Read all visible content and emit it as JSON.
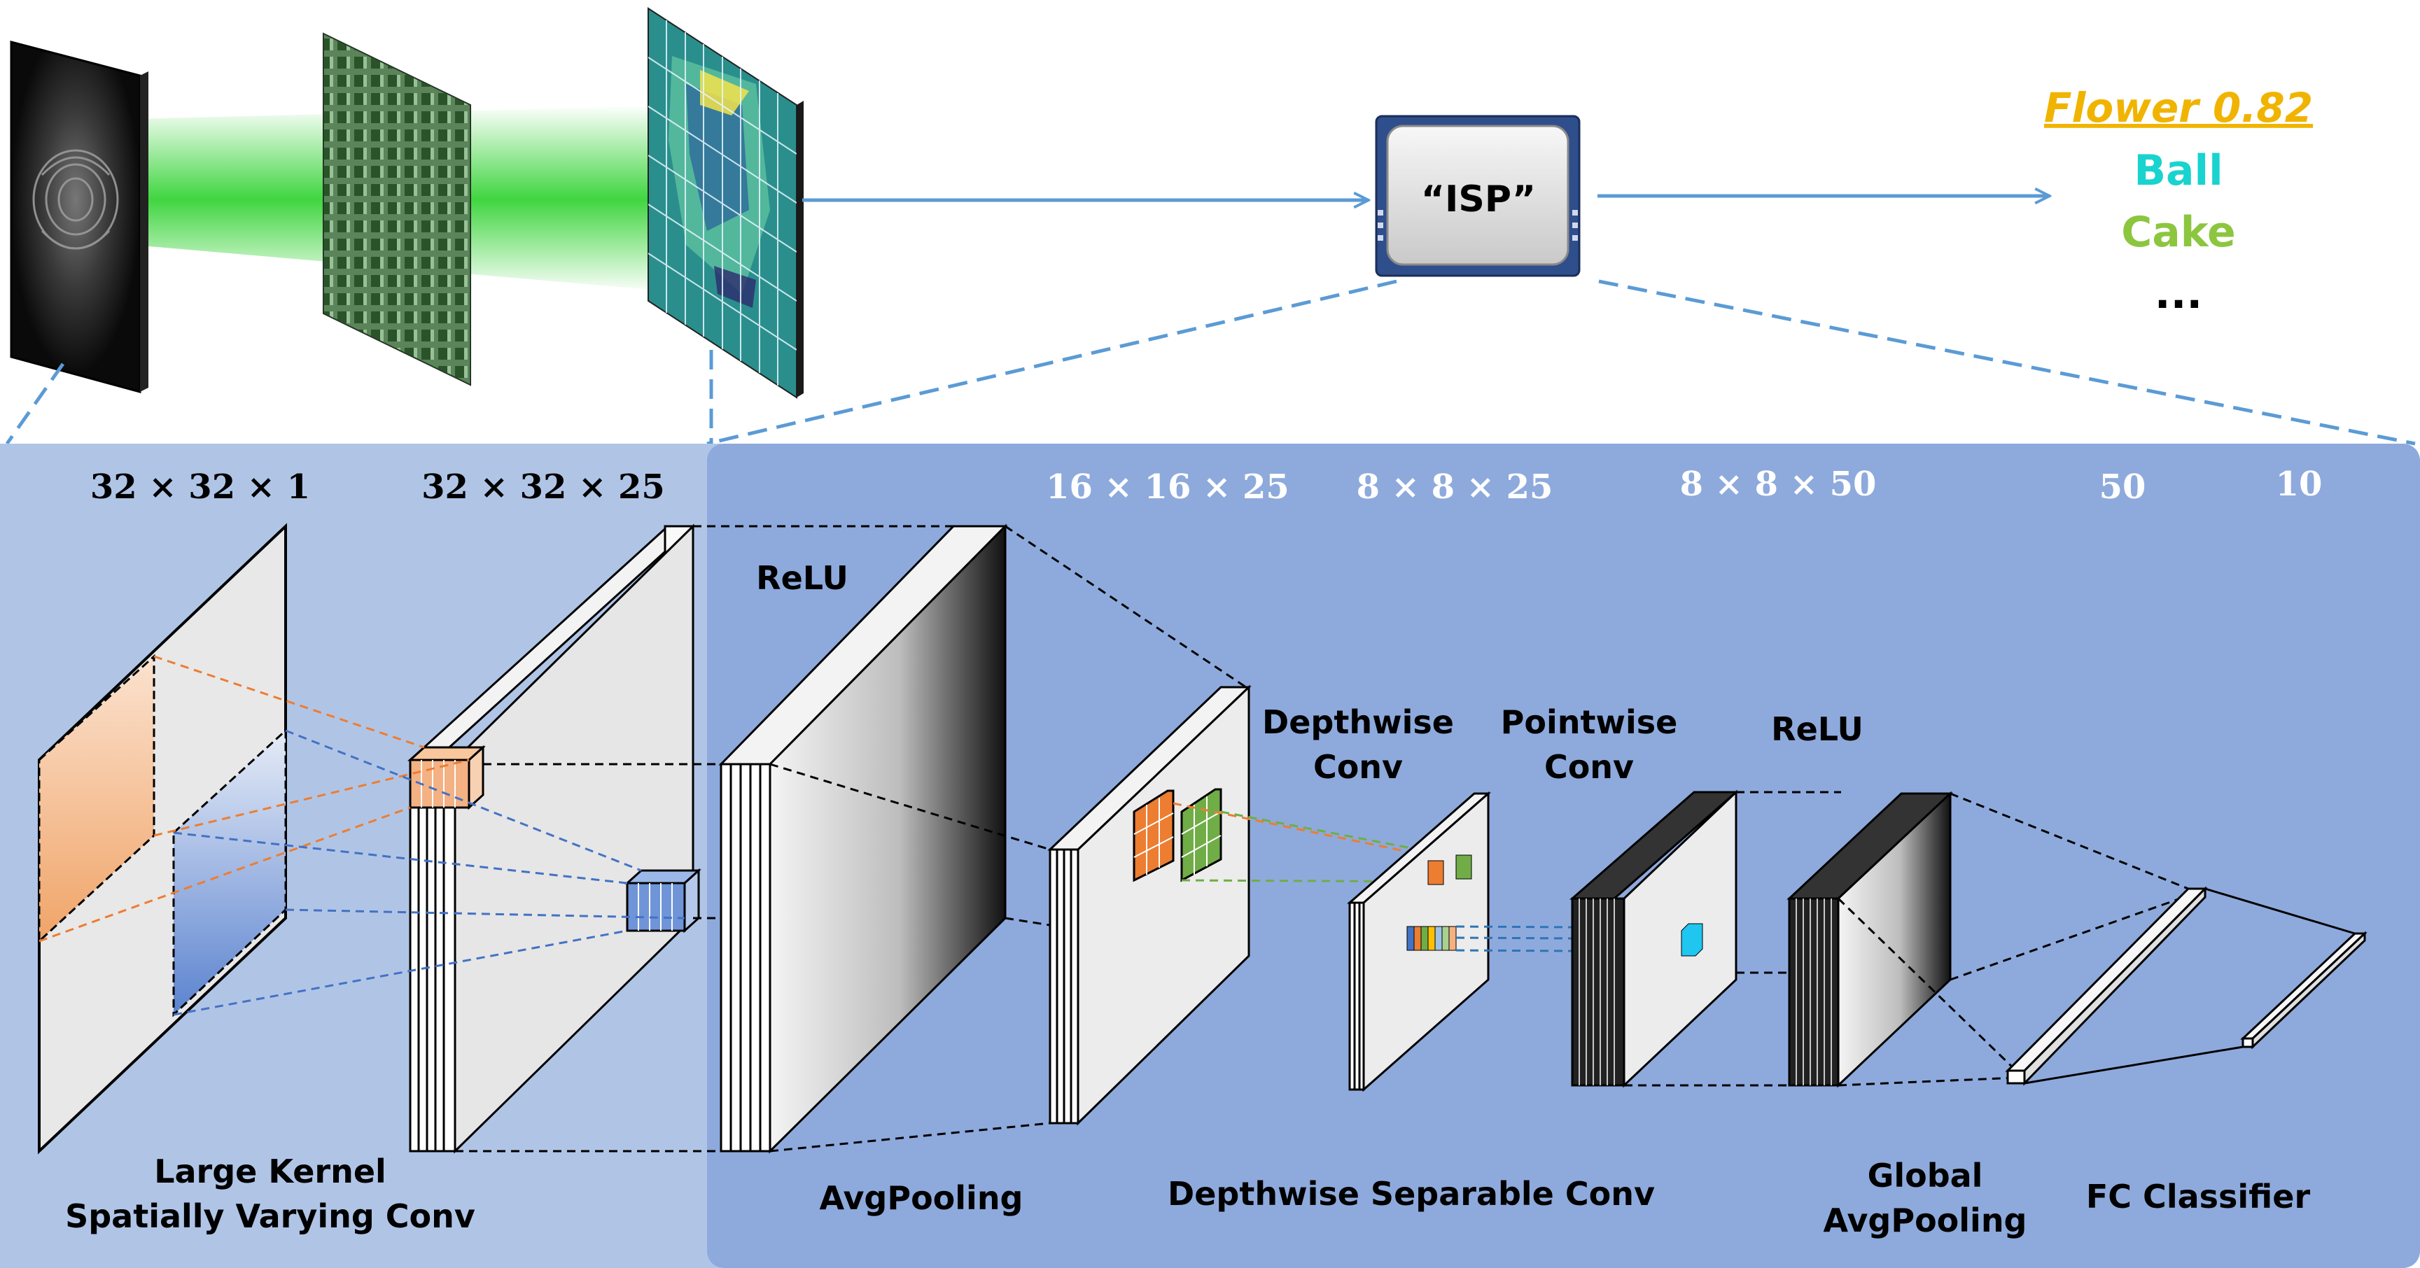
{
  "top": {
    "isp_label": "“ISP”",
    "outputs": [
      {
        "text": "Flower 0.82",
        "color": "#f0b400",
        "italic": true,
        "underline": true
      },
      {
        "text": "Ball",
        "color": "#19d3cf"
      },
      {
        "text": "Cake",
        "color": "#8cc63f"
      },
      {
        "text": "...",
        "color": "#000000"
      }
    ]
  },
  "dims": {
    "input": "32 × 32 × 1",
    "conv1": "32 × 32 × 25",
    "pool": "16 × 16 × 25",
    "depthwise": "8 × 8 × 25",
    "pointwise": "8 × 8 × 50",
    "gap": "50",
    "fc": "10"
  },
  "labels": {
    "relu1": "ReLU",
    "depthwise_line1": "Depthwise",
    "depthwise_line2": "Conv",
    "pointwise_line1": "Pointwise",
    "pointwise_line2": "Conv",
    "relu2": "ReLU",
    "large_kernel_line1": "Large Kernel",
    "large_kernel_line2": "Spatially Varying Conv",
    "avgpool": "AvgPooling",
    "dsconv": "Depthwise Separable Conv",
    "gap_line1": "Global",
    "gap_line2": "AvgPooling",
    "fc_classifier": "FC Classifier"
  },
  "colors": {
    "panel_left": "#b0c5e6",
    "panel_right": "#8eaadc",
    "arrow": "#5b9bd5",
    "orange": "#ed7d31",
    "blue": "#4472c4",
    "green": "#70ad47",
    "beam": "#2bd12b"
  }
}
